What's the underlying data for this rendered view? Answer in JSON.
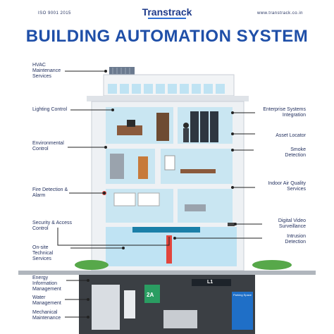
{
  "header": {
    "iso": "ISO 9001 2015",
    "brand": "Transtrack",
    "website": "www.transtrack.co.in",
    "title": "BUILDING AUTOMATION SYSTEM"
  },
  "labels_left": [
    "HVAC Maintenance Services",
    "Lighting Control",
    "Environmental Control",
    "Fire Detection & Alarm",
    "Security & Access Control",
    "On-site Technical Services",
    "Energy Information Management",
    "Water Management",
    "Mechanical Maintenance"
  ],
  "labels_right": [
    "Enterprise Systems Integration",
    "Asset Locator",
    "Smoke Detection",
    "Indoor Air Quality Services",
    "Digital Video Surveillance",
    "Intrusion Detection"
  ],
  "signs": {
    "floor_tag": "2A",
    "level_tag": "L1",
    "parking_board": "Parking Space"
  },
  "colors": {
    "title": "#1f4fa8",
    "brand": "#1e3a8a",
    "building_wall": "#eef1f4",
    "window": "#bfe3f3",
    "basement": "#3b3f44"
  }
}
